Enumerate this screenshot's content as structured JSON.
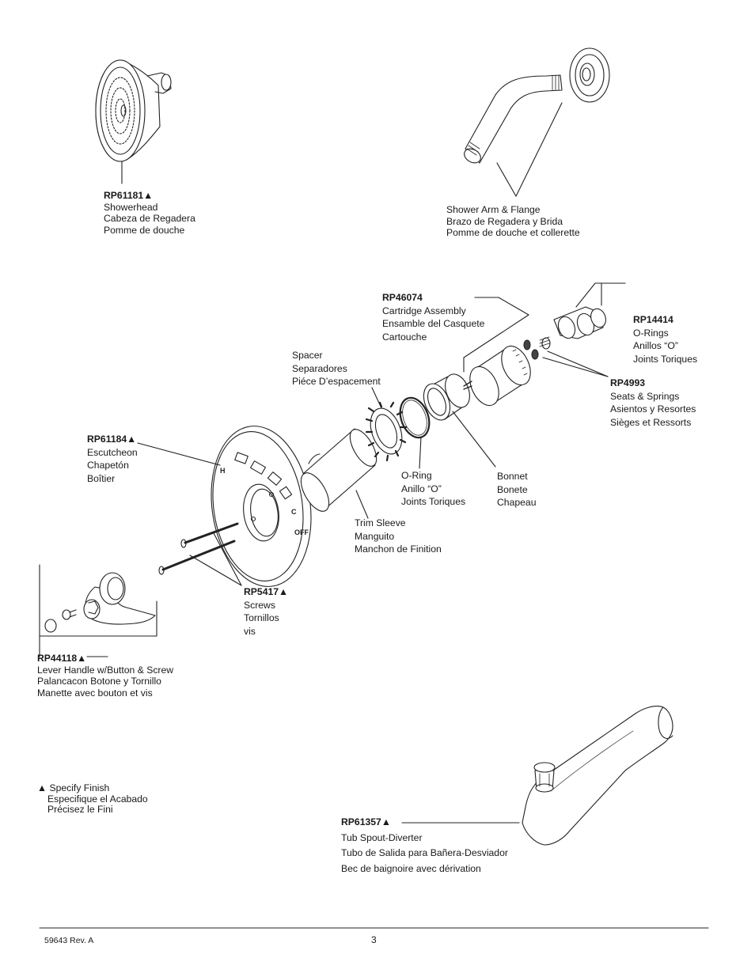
{
  "parts": {
    "showerhead": {
      "part_no": "RP61181▲",
      "names": [
        "Showerhead",
        "Cabeza de Regadera",
        "Pomme de douche"
      ]
    },
    "shower_arm": {
      "names": [
        "Shower Arm & Flange",
        "Brazo de Regadera y Brida",
        "Pomme de douche et collerette"
      ]
    },
    "cartridge": {
      "part_no": "RP46074",
      "names": [
        "Cartridge Assembly",
        "Ensamble del Casquete",
        "Cartouche"
      ]
    },
    "orings_rp14414": {
      "part_no": "RP14414",
      "names": [
        "O-Rings",
        "Anillos “O”",
        "Joints Toriques"
      ]
    },
    "seats_springs": {
      "part_no": "RP4993",
      "names": [
        "Seats & Springs",
        "Asientos y Resortes",
        "Sièges et Ressorts"
      ]
    },
    "spacer": {
      "names": [
        "Spacer",
        "Separadores",
        "Piéce D’espacement"
      ]
    },
    "escutcheon": {
      "part_no": "RP61184▲",
      "names": [
        "Escutcheon",
        "Chapetón",
        "Boîtier"
      ]
    },
    "oring": {
      "names": [
        "O-Ring",
        "Anillo “O”",
        "Joints Toriques"
      ]
    },
    "bonnet": {
      "names": [
        "Bonnet",
        "Bonete",
        "Chapeau"
      ]
    },
    "trim_sleeve": {
      "names": [
        "Trim Sleeve",
        "Manguito",
        "Manchon de Finition"
      ]
    },
    "screws": {
      "part_no": "RP5417▲",
      "names": [
        "Screws",
        "Tornillos",
        "vis"
      ]
    },
    "lever_handle": {
      "part_no": "RP44118▲",
      "names": [
        "Lever Handle w/Button & Screw",
        "Palancacon Botone y Tornillo",
        "Manette avec bouton et vis"
      ]
    },
    "tub_spout": {
      "part_no": "RP61357▲",
      "names": [
        "Tub Spout-Diverter",
        "Tubo de Salida para Bañera-Desviador",
        "Bec de baignoire avec dérivation"
      ]
    }
  },
  "legend": [
    "▲ Specify Finish",
    "Especifique el Acabado",
    "Précisez le Fini"
  ],
  "footer": {
    "doc_number": "59643   Rev. A",
    "page_number": "3"
  },
  "escutcheon_marks": {
    "hot": "H",
    "cold": "C",
    "off": "OFF"
  }
}
